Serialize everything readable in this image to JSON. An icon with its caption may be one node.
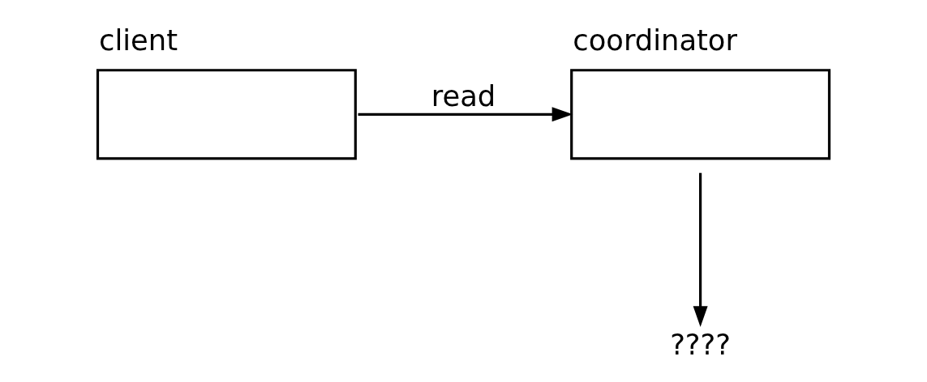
{
  "diagram": {
    "nodes": [
      {
        "text": [
          "client"
        ]
      },
      {
        "text": [
          "coordinator"
        ]
      },
      {
        "text": [
          "????"
        ]
      }
    ],
    "edges": [
      {
        "from": 0,
        "to": 1,
        "label": "read",
        "arrow": "to"
      },
      {
        "from": 1,
        "to": 2,
        "arrow": "to"
      }
    ]
  }
}
